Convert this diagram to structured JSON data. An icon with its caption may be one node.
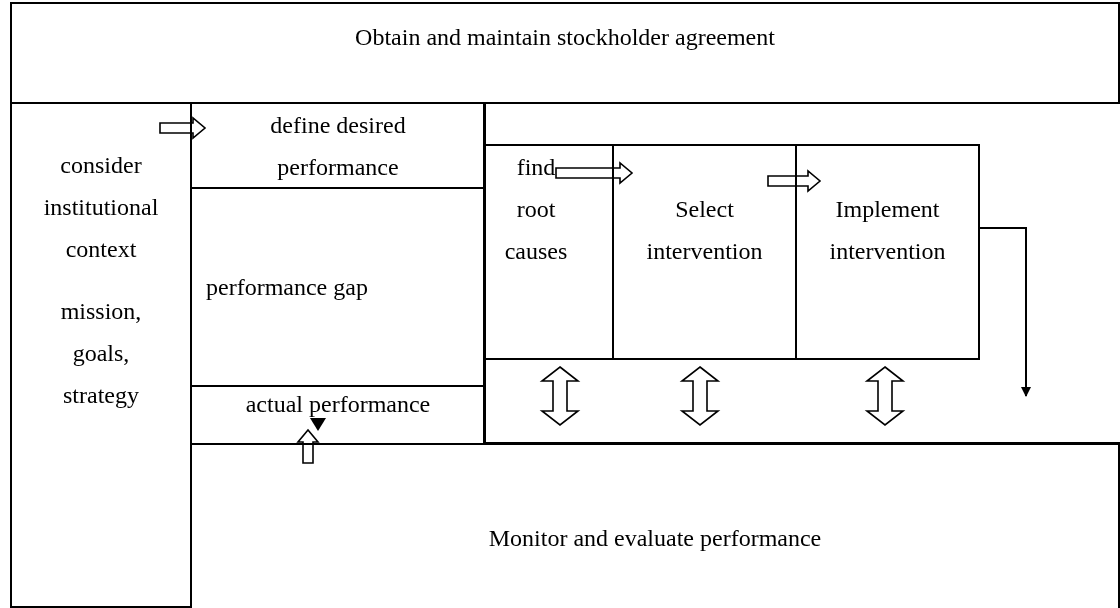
{
  "diagram": {
    "nodes": [
      {
        "text": [
          "Obtain and maintain stockholder agreement"
        ]
      },
      {
        "text": [
          "consider institutional context",
          "mission, goals, strategy"
        ]
      },
      {
        "text": [
          "define desired performance"
        ]
      },
      {
        "text": [
          "performance gap"
        ]
      },
      {
        "text": [
          "actual performance"
        ]
      },
      {
        "text": [
          "find root causes"
        ]
      },
      {
        "text": [
          "Select intervention"
        ]
      },
      {
        "text": [
          "Implement intervention"
        ]
      },
      {
        "text": [
          "Monitor and evaluate performance"
        ]
      }
    ],
    "edges": [
      {
        "from": 1,
        "to": 2,
        "arrow": "to"
      },
      {
        "from": 5,
        "to": 6,
        "arrow": "to"
      },
      {
        "from": 6,
        "to": 7,
        "arrow": "to"
      },
      {
        "from": 7,
        "to": null,
        "arrow": "to"
      },
      {
        "from": 5,
        "to": 8,
        "arrow": "both"
      },
      {
        "from": 6,
        "to": 8,
        "arrow": "both"
      },
      {
        "from": 7,
        "to": 8,
        "arrow": "both"
      },
      {
        "from": 8,
        "to": 4,
        "arrow": "to"
      }
    ]
  }
}
